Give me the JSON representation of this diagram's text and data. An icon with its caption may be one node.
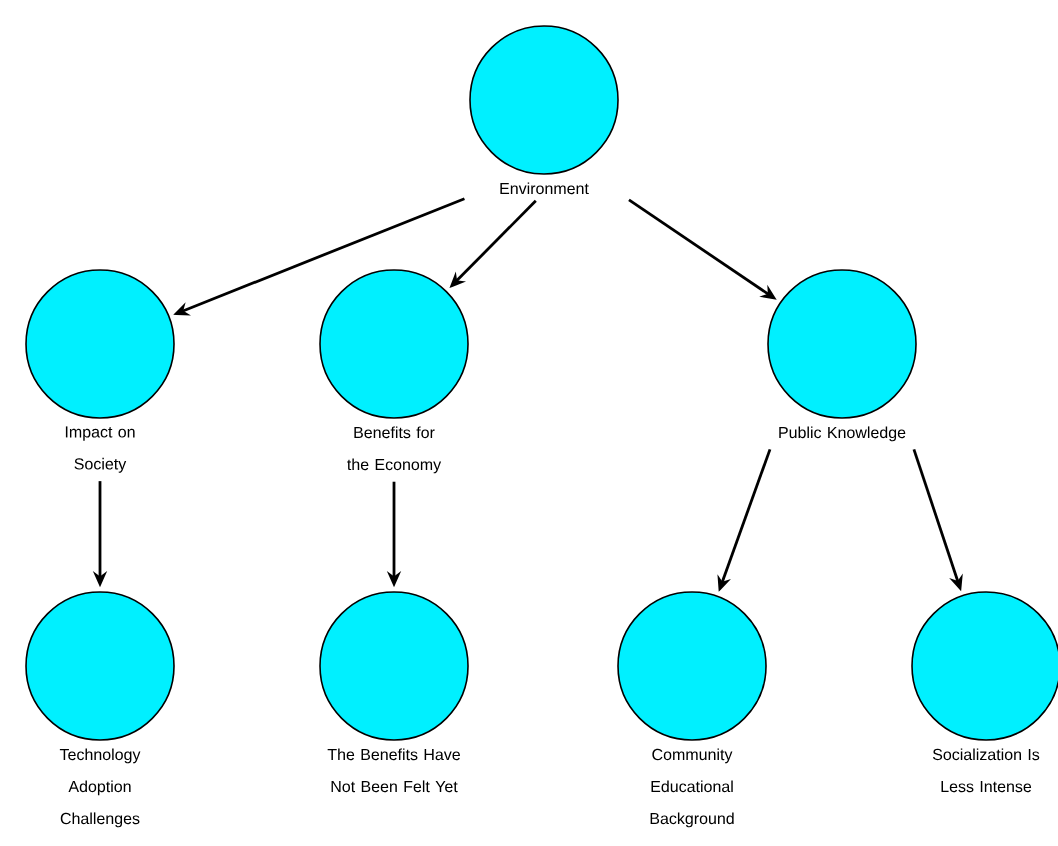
{
  "diagram": {
    "nodes": [
      {
        "text": [
          "Environment"
        ]
      },
      {
        "text": [
          "Impact on Society"
        ]
      },
      {
        "text": [
          "Benefits for the Economy"
        ]
      },
      {
        "text": [
          "Public Knowledge"
        ]
      },
      {
        "text": [
          "Technology Adoption Challenges"
        ]
      },
      {
        "text": [
          "The Benefits Have Not Been Felt Yet"
        ]
      },
      {
        "text": [
          "Community Educational Background"
        ]
      },
      {
        "text": [
          "Socialization Is Less Intense"
        ]
      }
    ],
    "edges": [
      {
        "from": 0,
        "to": 1,
        "arrow": "to"
      },
      {
        "from": 0,
        "to": 2,
        "arrow": "to"
      },
      {
        "from": 0,
        "to": 3,
        "arrow": "to"
      },
      {
        "from": 1,
        "to": 4,
        "arrow": "to"
      },
      {
        "from": 2,
        "to": 5,
        "arrow": "to"
      },
      {
        "from": 3,
        "to": 6,
        "arrow": "to"
      },
      {
        "from": 3,
        "to": 7,
        "arrow": "to"
      }
    ]
  }
}
